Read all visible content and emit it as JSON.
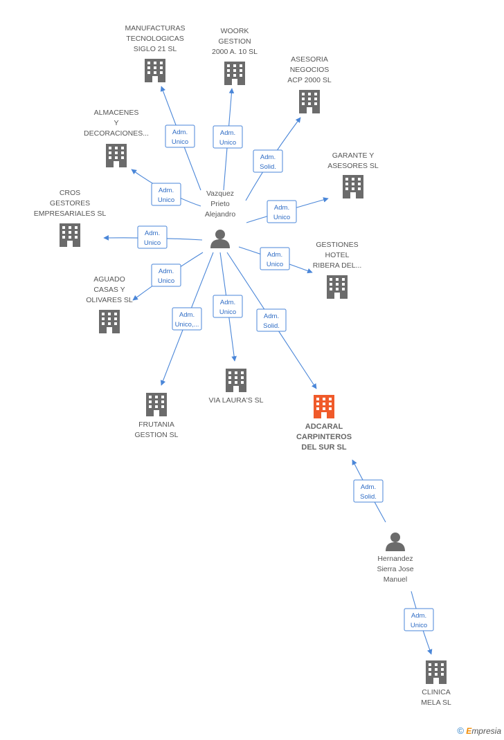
{
  "colors": {
    "edge": "#4a86d8",
    "building": "#6b6b6b",
    "building_main": "#f05a2a",
    "person": "#6b6b6b"
  },
  "persons": [
    {
      "id": "p1",
      "label": [
        "Vazquez",
        "Prieto",
        "Alejandro"
      ]
    },
    {
      "id": "p2",
      "label": [
        "Hernandez",
        "Sierra Jose",
        "Manuel"
      ]
    }
  ],
  "companies": [
    {
      "id": "c1",
      "label": [
        "MANUFACTURAS",
        "TECNOLOGICAS",
        "SIGLO 21 SL"
      ]
    },
    {
      "id": "c2",
      "label": [
        "WOORK",
        "GESTION",
        "2000 A.  10 SL"
      ]
    },
    {
      "id": "c3",
      "label": [
        "ASESORIA",
        "NEGOCIOS",
        "ACP 2000  SL"
      ]
    },
    {
      "id": "c4",
      "label": [
        "ALMACENES",
        "Y",
        "DECORACIONES..."
      ]
    },
    {
      "id": "c5",
      "label": [
        "GARANTE Y",
        "ASESORES SL"
      ]
    },
    {
      "id": "c6",
      "label": [
        "CROS",
        "GESTORES",
        "EMPRESARIALES SL"
      ]
    },
    {
      "id": "c7",
      "label": [
        "GESTIONES",
        "HOTEL",
        "RIBERA DEL..."
      ]
    },
    {
      "id": "c8",
      "label": [
        "AGUADO",
        "CASAS Y",
        "OLIVARES SL"
      ]
    },
    {
      "id": "c9",
      "label": [
        "VIA LAURA'S SL"
      ]
    },
    {
      "id": "c10",
      "label": [
        "FRUTANIA",
        "GESTION SL"
      ]
    },
    {
      "id": "c11",
      "label": [
        "ADCARAL",
        "CARPINTEROS",
        "DEL SUR SL"
      ],
      "main": true
    },
    {
      "id": "c12",
      "label": [
        "CLINICA",
        "MELA SL"
      ]
    }
  ],
  "edges": [
    {
      "from": "p1",
      "to": "c1",
      "label": [
        "Adm.",
        "Unico"
      ]
    },
    {
      "from": "p1",
      "to": "c2",
      "label": [
        "Adm.",
        "Unico"
      ]
    },
    {
      "from": "p1",
      "to": "c3",
      "label": [
        "Adm.",
        "Solid."
      ]
    },
    {
      "from": "p1",
      "to": "c4",
      "label": [
        "Adm.",
        "Unico"
      ]
    },
    {
      "from": "p1",
      "to": "c5",
      "label": [
        "Adm.",
        "Unico"
      ]
    },
    {
      "from": "p1",
      "to": "c6",
      "label": [
        "Adm.",
        "Unico"
      ]
    },
    {
      "from": "p1",
      "to": "c7",
      "label": [
        "Adm.",
        "Unico"
      ]
    },
    {
      "from": "p1",
      "to": "c8",
      "label": [
        "Adm.",
        "Unico"
      ]
    },
    {
      "from": "p1",
      "to": "c9",
      "label": [
        "Adm.",
        "Unico"
      ]
    },
    {
      "from": "p1",
      "to": "c10",
      "label": [
        "Adm.",
        "Unico,..."
      ]
    },
    {
      "from": "p1",
      "to": "c11",
      "label": [
        "Adm.",
        "Solid."
      ]
    },
    {
      "from": "p2",
      "to": "c11",
      "label": [
        "Adm.",
        "Solid."
      ]
    },
    {
      "from": "p2",
      "to": "c12",
      "label": [
        "Adm.",
        "Unico"
      ]
    }
  ],
  "footer": {
    "copyright": "©",
    "brand_initial": "E",
    "brand_rest": "mpresia"
  }
}
